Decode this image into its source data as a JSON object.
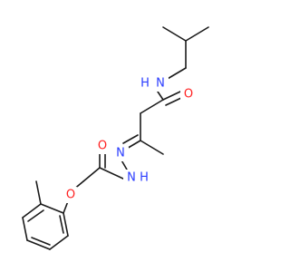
{
  "molecule": {
    "colors": {
      "bond": "#1a1a1a",
      "nitrogen": "#2a3cff",
      "oxygen": "#ff2020",
      "background": "#ffffff"
    },
    "atom_labels": {
      "amide_nh": "N",
      "amide_h": "H",
      "amide_o": "O",
      "hydrazone_n": "N",
      "hydrazide_nh": "N",
      "hydrazide_h": "H",
      "acyl_o": "O",
      "ether_o": "O"
    }
  }
}
